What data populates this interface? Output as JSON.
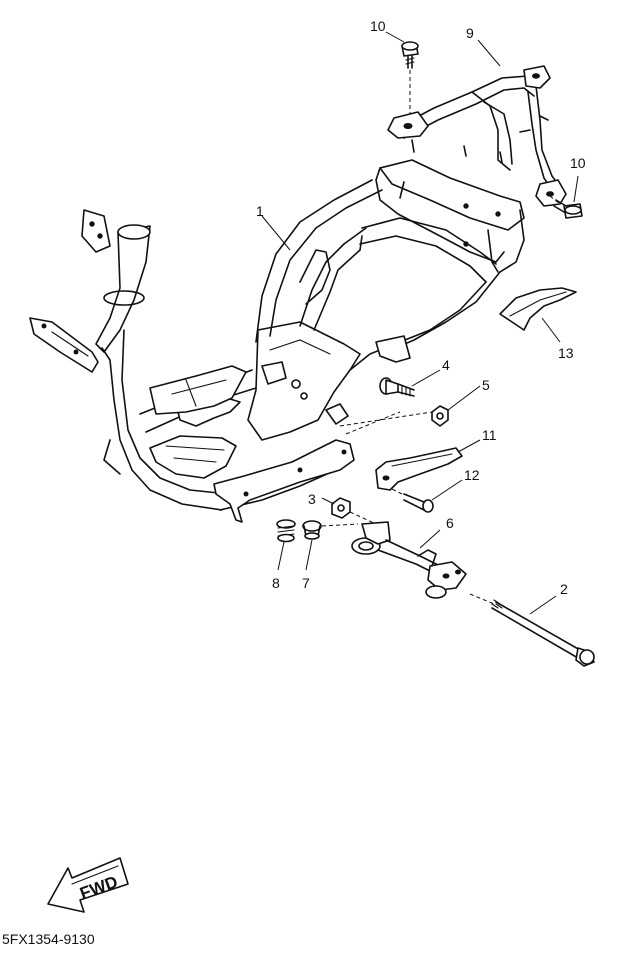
{
  "diagram": {
    "part_labels": [
      "1",
      "2",
      "3",
      "4",
      "5",
      "6",
      "7",
      "8",
      "9",
      "10",
      "11",
      "12",
      "13"
    ],
    "label_10_second": "10",
    "fwd_label": "FWD",
    "drawing_code": "5FX1354-9130"
  },
  "colors": {
    "ink": "#111111",
    "paper": "#ffffff"
  }
}
